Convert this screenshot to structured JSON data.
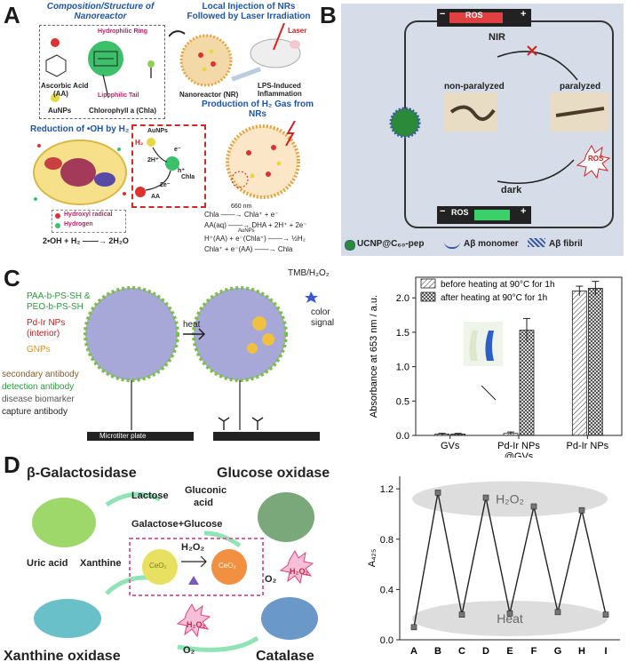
{
  "panel_labels": [
    "A",
    "B",
    "C",
    "D"
  ],
  "panelA": {
    "title_composition": "Composition/Structure of Nanoreactor",
    "title_injection": "Local Injection of NRs Followed by Laser Irradiation",
    "title_production": "Production of H₂ Gas from NRs",
    "title_reduction": "Reduction of •OH by H₂",
    "hydrophilic": "Hydrophilic Ring",
    "lipophilic": "Lipophilic Tail",
    "ascorbic": "Ascorbic Acid",
    "aa": "(AA)",
    "aunps": "AuNPs",
    "chla": "Chlorophyll a (Chla)",
    "laser": "Laser",
    "nanoreactor": "Nanoreactor (NR)",
    "lps": "LPS-Induced",
    "inflammation": "Inflammation",
    "inset_aunps": "AuNPs",
    "inset_h2": "H₂",
    "inset_2h": "2H⁺",
    "inset_e": "e⁻",
    "inset_2e": "2e⁻",
    "inset_h": "h⁺",
    "inset_chla": "Chla",
    "inset_aa": "AA",
    "nm660": "660 nm",
    "eq1": "Chla ——→ Chla⁺ + e⁻",
    "eq2": "AA(aq) ——→ DHA + 2H⁺ + 2e⁻",
    "eq3": "H⁺(AA) + e⁻(Chla⁺) ——→ ½H₂",
    "eq3b": "AuNPs",
    "eq4": "Chla⁺ + e⁻(AA) ——→ Chla",
    "legend_hydroxyl": "Hydroxyl radical",
    "legend_hydrogen": "Hydrogen",
    "eq_final": "2•OH + H₂ ——→ 2H₂O"
  },
  "panelB": {
    "ros_top": "ROS",
    "ros_bottom": "ROS",
    "minus": "−",
    "plus": "+",
    "nir": "NIR",
    "dark": "dark",
    "non_paralyzed": "non-paralyzed",
    "paralyzed": "paralyzed",
    "ros_burst": "ROS",
    "legend_ucnp": "UCNP@C₆₀-pep",
    "legend_monomer": "Aβ monomer",
    "legend_fibril": "Aβ fibril"
  },
  "panelC": {
    "label1": "PAA-b-PS-SH &",
    "label2": "PEO-b-PS-SH",
    "label3": "Pd-Ir NPs",
    "label4": "(interior)",
    "label5": "GNPs",
    "label6": "secondary antibody",
    "label7": "detection antibody",
    "label8": "disease biomarker",
    "label9": "capture antibody",
    "plate": "Microtiter plate",
    "heat": "heat",
    "tmb": "TMB/H₂O₂",
    "color_signal": "color",
    "color_signal2": "signal"
  },
  "panelD": {
    "b_gal": "β-Galactosidase",
    "glucose_ox": "Glucose oxidase",
    "lactose": "Lactose",
    "gluconic": "Gluconic",
    "gluconic2": "acid",
    "gal_glu": "Galactose+Glucose",
    "uric": "Uric acid",
    "xanthine": "Xanthine",
    "h2o2_center": "H₂O₂",
    "o2_right": "O₂",
    "h2o2_right": "H₂O₂",
    "h2o2_lower": "H₂O₂",
    "o2_bottom": "O₂",
    "xanthine_ox": "Xanthine oxidase",
    "catalase": "Catalase",
    "ceo2a": "CeO₂",
    "ceo2b": "CeO₂"
  },
  "chart_data": [
    {
      "type": "bar",
      "categories": [
        "GVs",
        "Pd-Ir NPs @GVs",
        "Pd-Ir NPs"
      ],
      "series": [
        {
          "name": "before heating at 90°C for 1h",
          "values": [
            0.02,
            0.03,
            2.1
          ]
        },
        {
          "name": "after heating at 90°C for 1h",
          "values": [
            0.02,
            1.53,
            2.14
          ]
        }
      ],
      "errors": [
        [
          0.01,
          0.02,
          0.07
        ],
        [
          0.01,
          0.17,
          0.1
        ]
      ],
      "ylabel": "Absorbance at 653 nm / a.u.",
      "ylim": [
        0,
        2.3
      ],
      "yticks": [
        "0.0",
        "0.5",
        "1.0",
        "1.5",
        "2.0"
      ]
    },
    {
      "type": "line",
      "x": [
        "A",
        "B",
        "C",
        "D",
        "E",
        "F",
        "G",
        "H",
        "I"
      ],
      "values": [
        0.1,
        1.17,
        0.2,
        1.13,
        0.21,
        1.06,
        0.22,
        1.03,
        0.2
      ],
      "ylabel": "A₄₂₅",
      "ylim": [
        0,
        1.3
      ],
      "yticks": [
        "0.0",
        "0.4",
        "0.8",
        "1.2"
      ],
      "annotations": [
        "H₂O₂",
        "Heat"
      ]
    }
  ],
  "colors": {
    "title_blue": "#1f55a8",
    "inset_red": "#d62728",
    "panelB_bg": "#d6dde8",
    "green_arrow": "#8fe3b5"
  }
}
